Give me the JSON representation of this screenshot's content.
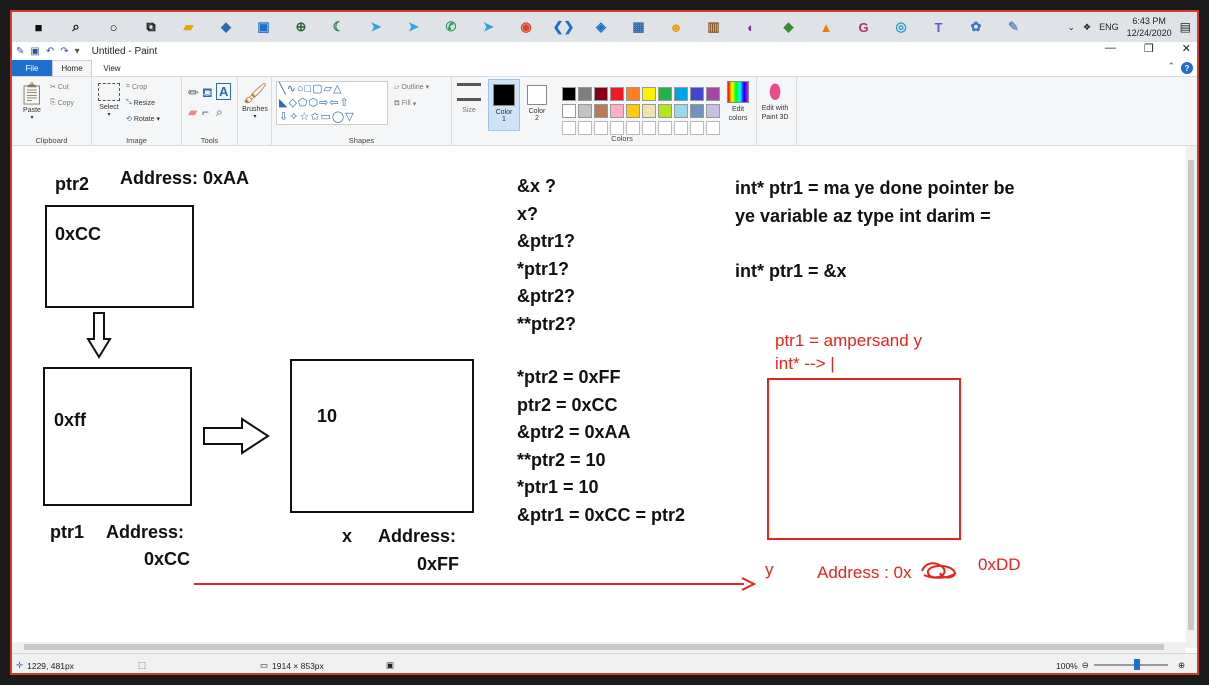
{
  "taskbar": {
    "icons": [
      {
        "name": "windows-start-icon",
        "glyph": "■",
        "color": "#111111"
      },
      {
        "name": "search-icon",
        "glyph": "⌕",
        "color": "#111111"
      },
      {
        "name": "cortana-icon",
        "glyph": "○",
        "color": "#111111"
      },
      {
        "name": "task-view-icon",
        "glyph": "⧉",
        "color": "#111111"
      },
      {
        "name": "file-explorer-icon",
        "glyph": "▰",
        "color": "#e8a317"
      },
      {
        "name": "app-icon-1",
        "glyph": "◆",
        "color": "#2b6cb0"
      },
      {
        "name": "app-icon-2",
        "glyph": "▣",
        "color": "#1e6fcf"
      },
      {
        "name": "app-icon-3",
        "glyph": "⊕",
        "color": "#2f6b3a"
      },
      {
        "name": "app-icon-4",
        "glyph": "☾",
        "color": "#1e7a3a"
      },
      {
        "name": "telegram-icon",
        "glyph": "➤",
        "color": "#2ca5e0"
      },
      {
        "name": "telegram-icon-2",
        "glyph": "➤",
        "color": "#2ca5e0"
      },
      {
        "name": "whatsapp-icon",
        "glyph": "✆",
        "color": "#2a9d57"
      },
      {
        "name": "telegram-icon-3",
        "glyph": "➤",
        "color": "#2ca5e0"
      },
      {
        "name": "chrome-icon",
        "glyph": "◉",
        "color": "#d9432a"
      },
      {
        "name": "vscode-icon",
        "glyph": "❮❯",
        "color": "#1e6fcf"
      },
      {
        "name": "app-icon-5",
        "glyph": "◈",
        "color": "#1e6fcf"
      },
      {
        "name": "virtualbox-icon",
        "glyph": "▦",
        "color": "#2b6cb0"
      },
      {
        "name": "app-icon-6",
        "glyph": "☻",
        "color": "#e8a317"
      },
      {
        "name": "library-icon",
        "glyph": "▥",
        "color": "#8b5a2b"
      },
      {
        "name": "app-icon-7",
        "glyph": "◐",
        "color": "#7b2fb0"
      },
      {
        "name": "app-icon-8",
        "glyph": "◆",
        "color": "#3a8a3a"
      },
      {
        "name": "vlc-icon",
        "glyph": "▲",
        "color": "#f07d00"
      },
      {
        "name": "pdf-icon",
        "glyph": "G",
        "color": "#b02f6b"
      },
      {
        "name": "app-icon-9",
        "glyph": "◎",
        "color": "#1e9fcf"
      },
      {
        "name": "teams-icon",
        "glyph": "T",
        "color": "#5b5fc7"
      },
      {
        "name": "app-icon-10",
        "glyph": "✿",
        "color": "#3a7ac0"
      },
      {
        "name": "paint-icon",
        "glyph": "✎",
        "color": "#6b8cba"
      }
    ],
    "language": "ENG",
    "time": "6:43 PM",
    "date": "12/24/2020"
  },
  "titlebar": {
    "title": "Untitled - Paint"
  },
  "tabs": {
    "file": "File",
    "home": "Home",
    "view": "View"
  },
  "ribbon": {
    "clipboard": {
      "label": "Clipboard",
      "paste": "Paste",
      "cut": "Cut",
      "copy": "Copy"
    },
    "image": {
      "label": "Image",
      "select": "Select",
      "crop": "Crop",
      "resize": "Resize",
      "rotate": "Rotate"
    },
    "tools": {
      "label": "Tools"
    },
    "brushes": {
      "label": "Brushes"
    },
    "shapes": {
      "label": "Shapes",
      "outline": "Outline",
      "fill": "Fill"
    },
    "size": {
      "label": "Size"
    },
    "color1": {
      "label": "Color",
      "num": "1"
    },
    "color2": {
      "label": "Color",
      "num": "2"
    },
    "colors": {
      "label": "Colors",
      "edit": "Edit colors"
    },
    "paint3d": {
      "label": "Edit with Paint 3D"
    },
    "palette_row1": [
      "#000000",
      "#7f7f7f",
      "#880015",
      "#ed1c24",
      "#ff7f27",
      "#fff200",
      "#22b14c",
      "#00a2e8",
      "#3f48cc",
      "#a349a4"
    ],
    "palette_row2": [
      "#ffffff",
      "#c3c3c3",
      "#b97a57",
      "#ffaec9",
      "#ffc90e",
      "#efe4b0",
      "#b5e61d",
      "#99d9ea",
      "#7092be",
      "#c8bfe7"
    ]
  },
  "canvas": {
    "ptr2_label": "ptr2",
    "ptr2_address": "Address: 0xAA",
    "ptr2_value": "0xCC",
    "ptr1_value": "0xff",
    "ptr1_label": "ptr1",
    "ptr1_address_label": "Address:",
    "ptr1_address": "0xCC",
    "x_value": "10",
    "x_label": "x",
    "x_address_label": "Address:",
    "x_address": "0xFF",
    "questions": [
      "&x ?",
      "x?",
      "&ptr1?",
      "*ptr1?",
      "&ptr2?",
      "**ptr2?"
    ],
    "answers": [
      "*ptr2 = 0xFF",
      "ptr2 = 0xCC",
      "&ptr2 = 0xAA",
      "**ptr2 = 10",
      "*ptr1 = 10",
      "&ptr1 = 0xCC = ptr2"
    ],
    "note_line1": "int* ptr1 = ma ye done pointer be",
    "note_line2": "ye variable az type int darim =",
    "note_line3": "int* ptr1 = &x",
    "red_line1": "ptr1 = ampersand y",
    "red_line2": "int* --> |",
    "red_y": "y",
    "red_address": "Address : 0x",
    "red_dd": "0xDD"
  },
  "statusbar": {
    "cursor": "1229, 481px",
    "canvas_size": "1914 × 853px",
    "zoom": "100%"
  }
}
